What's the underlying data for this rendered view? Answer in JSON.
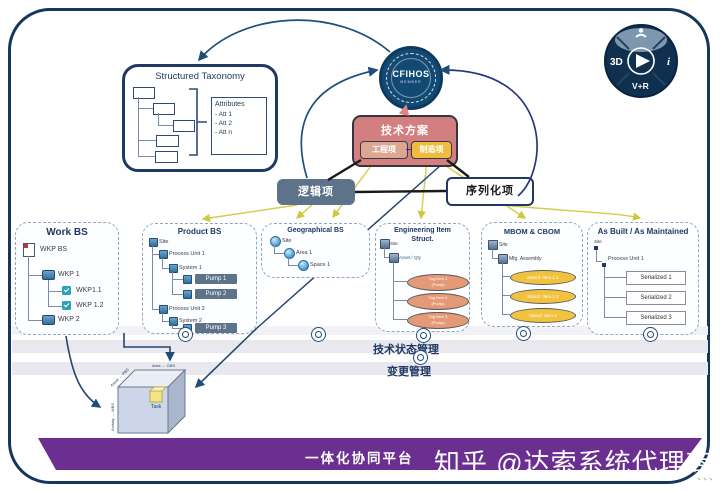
{
  "colors": {
    "frame_navy": "#17365d",
    "badge_blue": "#134a74",
    "solution_red": "#d47f7f",
    "engineering_salmon": "#dba792",
    "manufacturing_yellow": "#f0bc3f",
    "logical_slate": "#5d7389",
    "platform_purple": "#6b2e91",
    "arrow_yellow": "#d4cc4a",
    "arrow_navy": "#1f4e79"
  },
  "taxonomy": {
    "title": "Structured Taxonomy",
    "attributes_title": "Attributes",
    "att1": "- Att 1",
    "att2": "- Att 2",
    "att3": "- Att n"
  },
  "cfihos": {
    "name": "CFIHOS",
    "member": "MEMBER"
  },
  "compass": {
    "west": "3D",
    "east": "i",
    "south": "V+R"
  },
  "solution": {
    "title": "技术方案",
    "engineering_item": "工程项",
    "manufacturing_item": "制造项"
  },
  "logical_item": {
    "label": "逻辑项"
  },
  "serialized_item": {
    "label": "序列化项"
  },
  "work_bs": {
    "title": "Work BS",
    "n1": "WKP BS",
    "n2": "WKP 1",
    "n3": "WKP1.1",
    "n4": "WKP 1.2",
    "n5": "WKP 2"
  },
  "product_bs": {
    "title": "Product BS",
    "site": "Site",
    "pu1": "Process Unit 1",
    "sys1": "System 1",
    "pump1": "Pump 1",
    "pump2": "Pump 2",
    "pu2": "Process Unit 2",
    "sys2": "System 2",
    "pump3": "Pump 3"
  },
  "geo_bs": {
    "title": "Geographical BS",
    "site": "Site",
    "area": "Area 1",
    "space": "Space 1"
  },
  "eng": {
    "title1": "Engineering Item",
    "title2": "Struct.",
    "site": "Site",
    "asset": "Asset / Qty",
    "e1a": "Tag Item 1",
    "e1b": "(Pump)",
    "e2a": "Tag Item 2",
    "e2b": "(Pump)",
    "e3a": "Tag Item 3",
    "e3b": "(Pump)"
  },
  "mbom": {
    "title": "MBOM & CBOM",
    "site": "Site",
    "mfg": "Mfg. Assembly",
    "e1": "Manuf. Item 1.1",
    "e2": "Manuf. Item 1.2",
    "e3": "Manuf. Item 2"
  },
  "asbuilt": {
    "title": "As Built / As Maintained",
    "site": "Site",
    "pu": "Process Unit 1",
    "s1": "Serialized 1",
    "s2": "Serialized 2",
    "s3": "Serialized 3"
  },
  "bars": {
    "config_mgmt": "技术状态管理",
    "change_mgmt": "变更管理"
  },
  "cube": {
    "task": "Task",
    "axis_product": "Asset → PBS",
    "axis_area": "Area → GBS",
    "axis_work": "Activity → WBS"
  },
  "platform": {
    "label": "一体化协同平台"
  },
  "watermark": {
    "text": "知乎 @达索系统代理商百",
    "ellipsis": "、、、"
  }
}
